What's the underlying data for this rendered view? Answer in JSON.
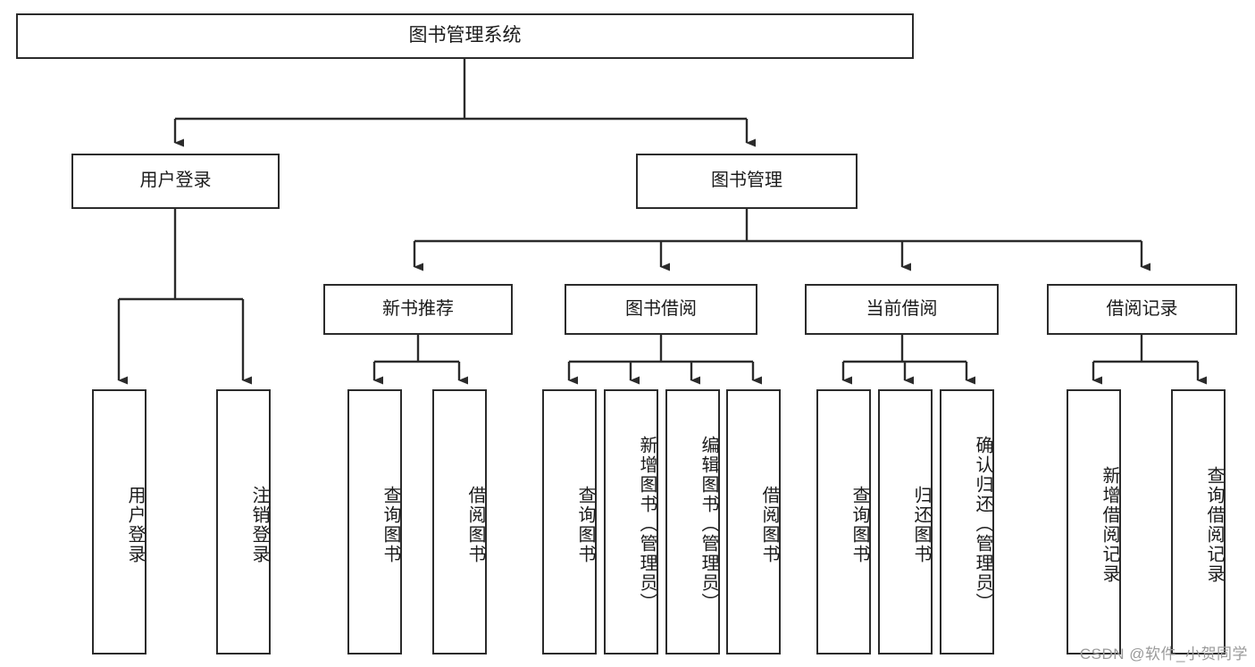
{
  "diagram": {
    "type": "tree-hierarchy",
    "title": "图书管理系统",
    "watermark": "CSDN @软件_小贺同学",
    "colors": {
      "box_border": "#2b2b2b",
      "box_fill": "#ffffff",
      "connector": "#2b2b2b",
      "text": "#1b1b1b",
      "watermark": "#9a9a9a"
    },
    "root": {
      "label": "图书管理系统"
    },
    "level2": [
      {
        "label": "用户登录"
      },
      {
        "label": "图书管理"
      }
    ],
    "level3": [
      {
        "label": "新书推荐"
      },
      {
        "label": "图书借阅"
      },
      {
        "label": "当前借阅"
      },
      {
        "label": "借阅记录"
      }
    ],
    "leaves": {
      "user_login": [
        {
          "label": "用户登录"
        },
        {
          "label": "注销登录"
        }
      ],
      "new_book_recommend": [
        {
          "label": "查询图书"
        },
        {
          "label": "借阅图书"
        }
      ],
      "book_borrow": [
        {
          "label": "查询图书"
        },
        {
          "label": "新增图书（管理员）"
        },
        {
          "label": "编辑图书（管理员）"
        },
        {
          "label": "借阅图书"
        }
      ],
      "current_borrow": [
        {
          "label": "查询图书"
        },
        {
          "label": "归还图书"
        },
        {
          "label": "确认归还（管理员）"
        }
      ],
      "borrow_record": [
        {
          "label": "新增借阅记录"
        },
        {
          "label": "查询借阅记录"
        }
      ]
    }
  }
}
